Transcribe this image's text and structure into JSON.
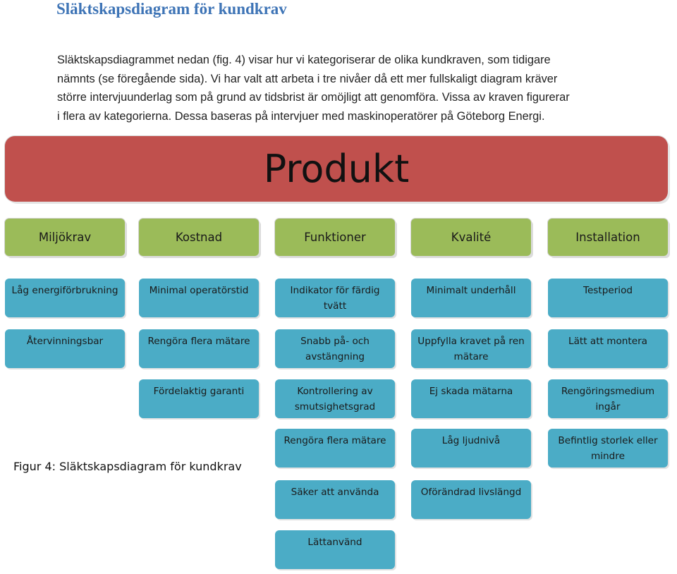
{
  "heading": "Släktskapsdiagram för kundkrav",
  "paragraph": [
    "Släktskapsdiagrammet nedan (fig. 4) visar hur vi kategoriserar de olika kundkraven, som tidigare",
    "nämnts (se föregående sida). Vi har valt att arbeta i tre nivåer då ett mer fullskaligt diagram kräver",
    "större intervjuunderlag som på grund av tidsbrist är omöjligt att genomföra. Vissa av kraven figurerar",
    "i flera av kategorierna. Dessa baseras på intervjuer med maskinoperatörer på Göteborg Energi."
  ],
  "diagram": {
    "root": "Produkt",
    "categories": [
      {
        "label": "Miljökrav",
        "items": [
          "Låg energiförbrukning",
          "Återvinningsbar"
        ]
      },
      {
        "label": "Kostnad",
        "items": [
          "Minimal operatörstid",
          "Rengöra flera mätare",
          "Fördelaktig garanti"
        ]
      },
      {
        "label": "Funktioner",
        "items": [
          "Indikator för färdig tvätt",
          "Snabb på- och avstängning",
          "Kontrollering av smutsighetsgrad",
          "Rengöra flera mätare",
          "Säker att använda",
          "Lättanvänd"
        ]
      },
      {
        "label": "Kvalité",
        "items": [
          "Minimalt underhåll",
          "Uppfylla kravet på ren mätare",
          "Ej skada mätarna",
          "Låg ljudnivå",
          "Oförändrad livslängd"
        ]
      },
      {
        "label": "Installation",
        "items": [
          "Testperiod",
          "Lätt att montera",
          "Rengöringsmedium ingår",
          "Befintlig storlek eller mindre"
        ]
      }
    ]
  },
  "caption": "Figur 4: Släktskapsdiagram för kundkrav",
  "colors": {
    "heading": "#3e74b6",
    "root": "#c0504d",
    "category": "#9bbb59",
    "item": "#4bacc6"
  }
}
